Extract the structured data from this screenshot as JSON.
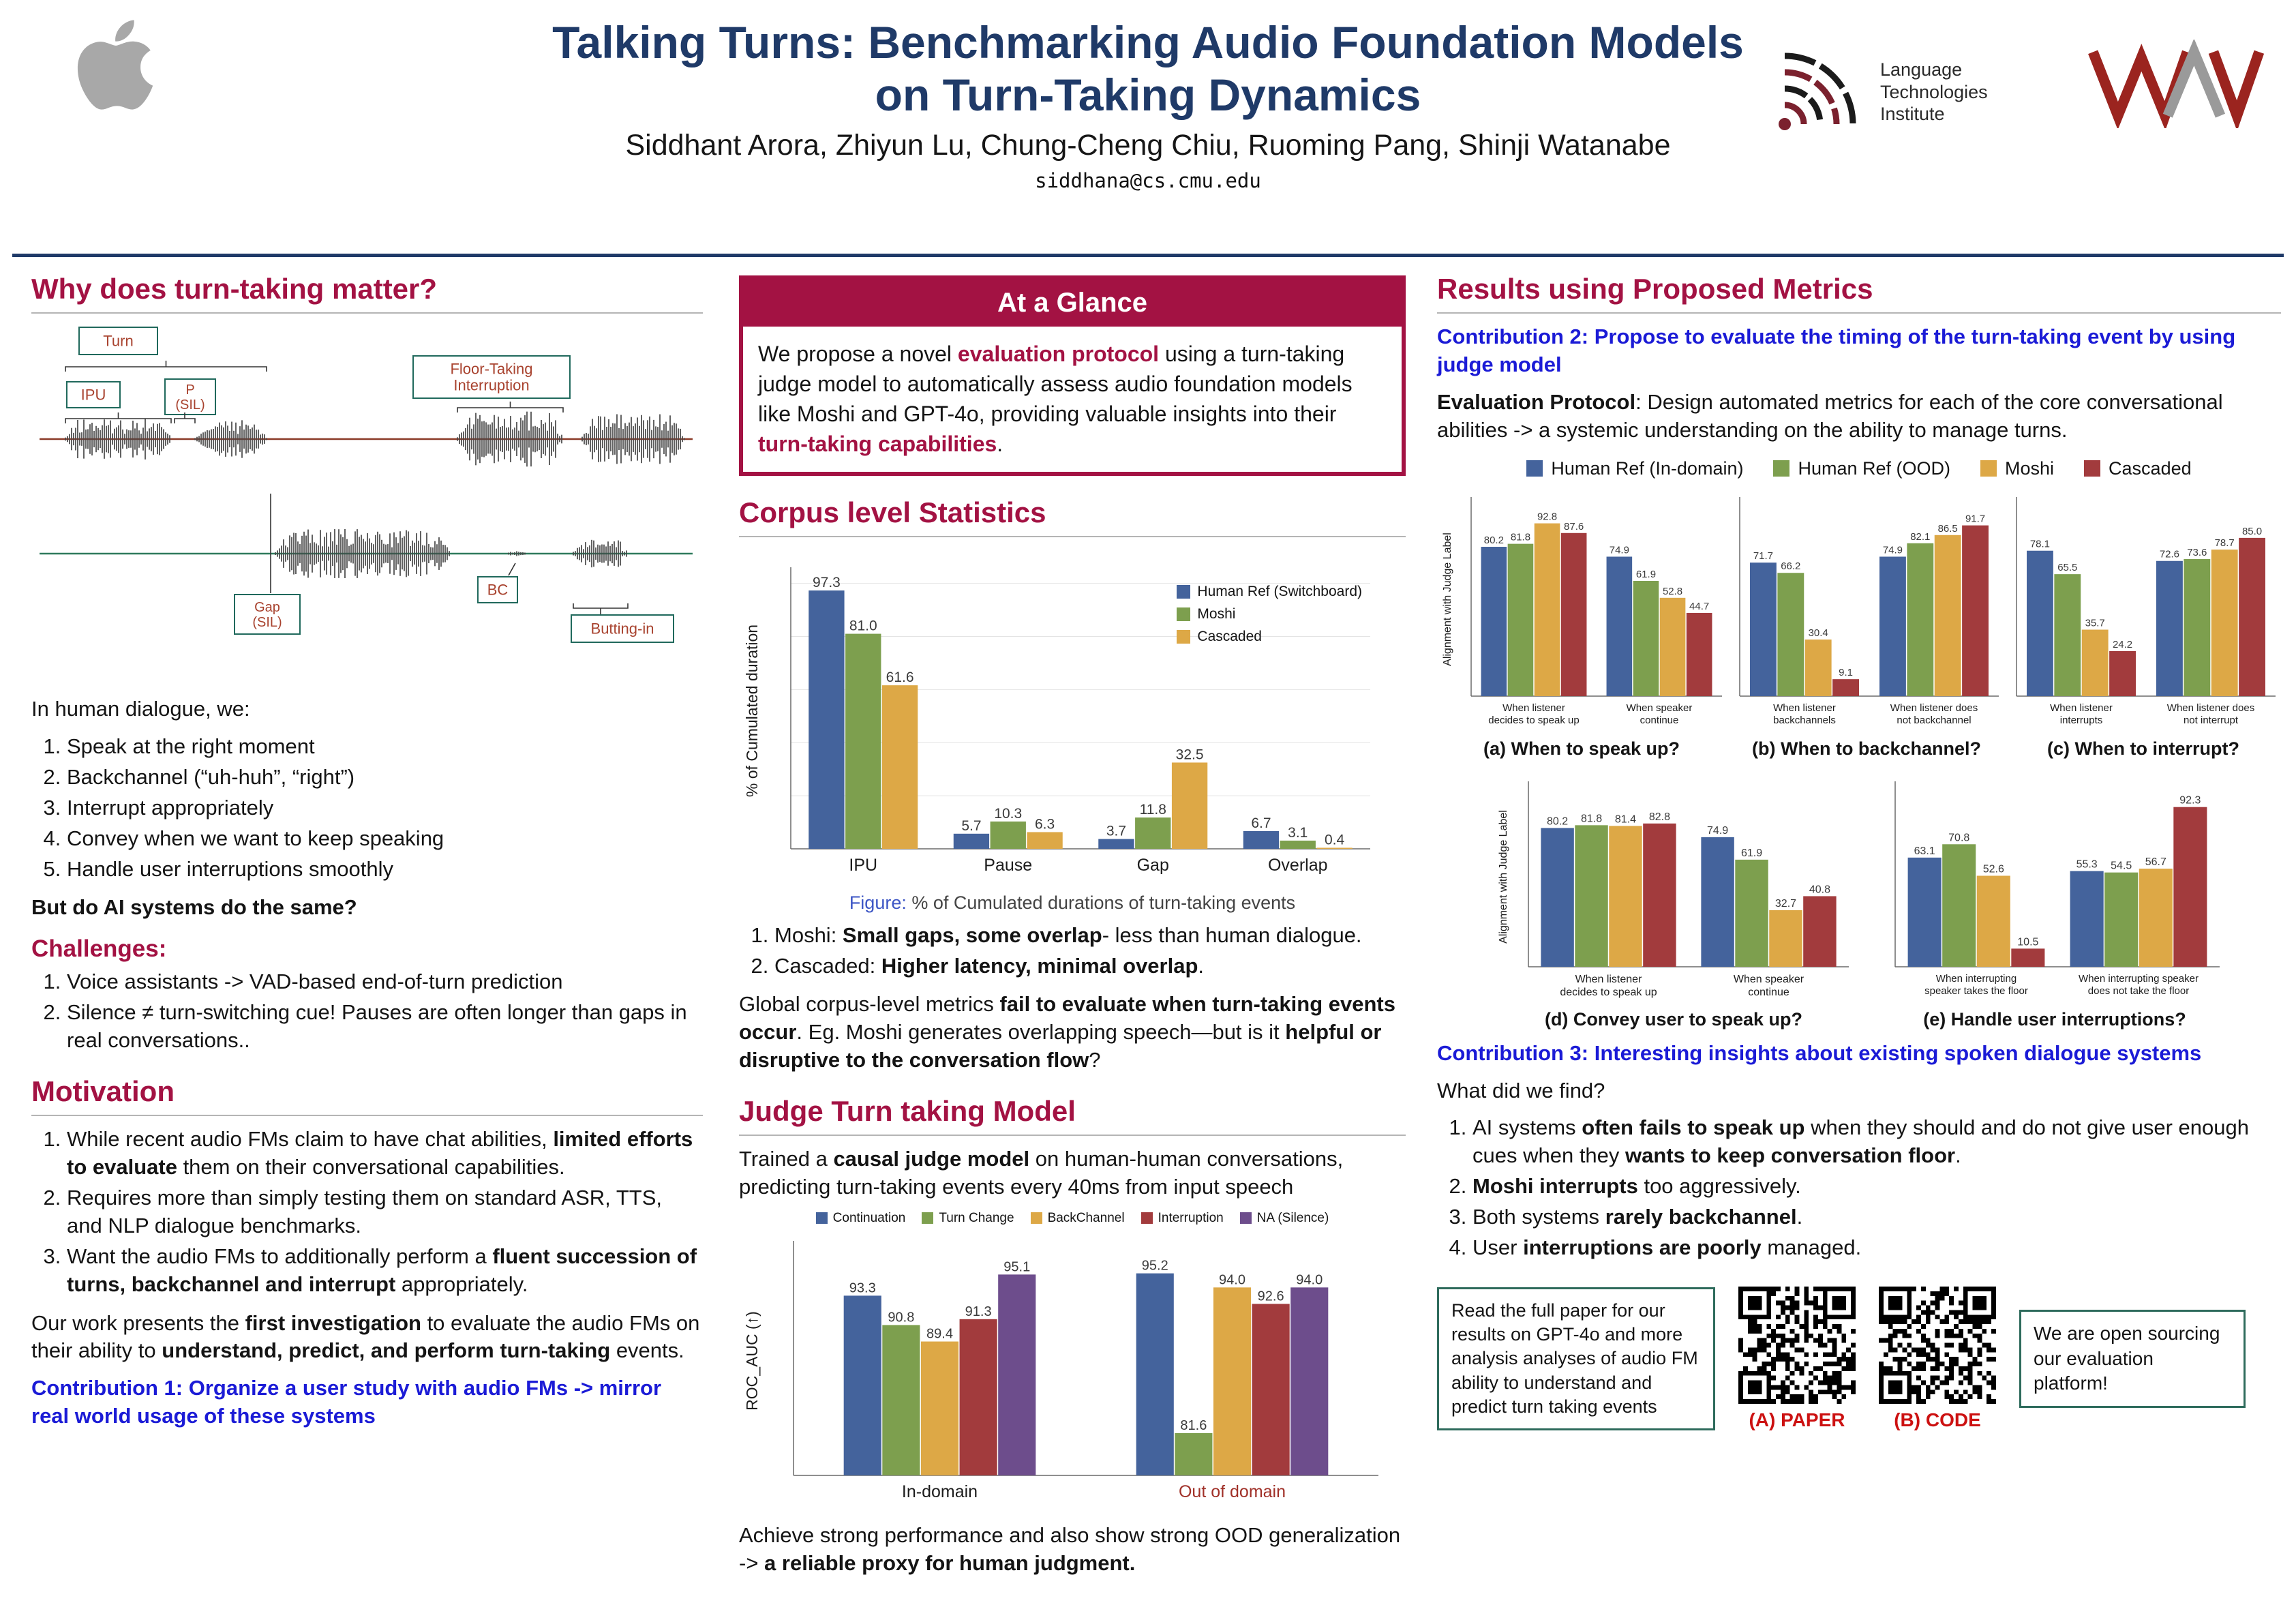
{
  "palette": {
    "navy": "#1f3a68",
    "crimson": "#a31243",
    "blue_text": "#1b1bd6",
    "chart_blue": "#44639c",
    "chart_green": "#7d9f4e",
    "chart_gold": "#dda846",
    "chart_brick": "#a23b3d",
    "chart_purple": "#6d4d8c",
    "qr_label_red": "#cc1111"
  },
  "header": {
    "title_line1": "Talking Turns: Benchmarking Audio Foundation Models",
    "title_line2": "on Turn-Taking Dynamics",
    "authors": "Siddhant Arora, Zhiyun Lu, Chung-Cheng Chiu, Ruoming Pang, Shinji Watanabe",
    "email": "siddhana@cs.cmu.edu",
    "lti_lines": [
      "Language",
      "Technologies",
      "Institute"
    ]
  },
  "left": {
    "sec_why": "Why does turn-taking matter?",
    "diagram": {
      "labels": {
        "turn": "Turn",
        "ipu": "IPU",
        "p": "P",
        "p_sub": "(SIL)",
        "floor1": "Floor-Taking",
        "floor2": "Interruption",
        "gap": "Gap",
        "gap_sub": "(SIL)",
        "bc": "BC",
        "butting": "Butting-in"
      }
    },
    "dialogue_intro": "In human dialogue, we:",
    "dialogue_items": [
      "Speak at the right moment",
      "Backchannel (“uh-huh”, “right”)",
      "Interrupt appropriately",
      "Convey when we want to keep speaking",
      "Handle user interruptions smoothly"
    ],
    "question": "But do AI systems do the same?",
    "challenges_title": "Challenges:",
    "challenges": [
      "Voice assistants -> VAD-based end-of-turn prediction",
      "Silence ≠ turn-switching cue! Pauses are often longer than gaps in real conversations.."
    ],
    "sec_motivation": "Motivation",
    "motivation": [
      "While recent audio FMs claim to have chat abilities, **limited efforts to evaluate** them on their conversational capabilities.",
      "Requires more than simply testing them on standard ASR, TTS, and NLP dialogue benchmarks.",
      "Want the audio FMs to additionally perform a **fluent succession of turns, backchannel and interrupt** appropriately."
    ],
    "ourwork": "Our work presents the **first investigation** to evaluate the audio FMs on their ability to **understand, predict, and perform turn-taking** events.",
    "contribution1": "Contribution 1: Organize a user study with audio FMs -> mirror real world usage of these systems"
  },
  "middle": {
    "glance_title": "At a Glance",
    "glance_body": "We propose a novel **evaluation protocol** using a turn-taking judge model to automatically assess audio foundation models like Moshi and GPT-4o, providing valuable insights into their **turn-taking capabilities**.",
    "sec_corpus": "Corpus level Statistics",
    "fig_caption_label": "Figure:",
    "fig_caption": "% of Cumulated durations of turn-taking events",
    "corpus_points": [
      "Moshi: **Small gaps, some overlap**- less than human dialogue.",
      "Cascaded: **Higher latency, minimal overlap**."
    ],
    "corpus_para": "Global corpus-level metrics **fail to evaluate when turn-taking events occur**. Eg. Moshi generates overlapping speech—but is it **helpful or disruptive to the conversation flow**?",
    "sec_judge": "Judge Turn taking Model",
    "judge_intro": "Trained a **causal judge model** on human-human conversations, predicting turn-taking events every 40ms from input speech",
    "judge_outro": "Achieve strong performance and also show strong OOD generalization -> **a reliable proxy for human judgment.**"
  },
  "right": {
    "sec_results": "Results using Proposed Metrics",
    "contribution2": "Contribution 2: Propose to evaluate the timing of the turn-taking event by using judge model",
    "eval_protocol": "**Evaluation Protocol**: Design automated metrics for each of the core conversational abilities -> a systemic understanding on the ability to manage turns.",
    "contribution3": "Contribution 3: Interesting insights about existing spoken dialogue systems",
    "findings_intro": "What did we find?",
    "findings": [
      "AI systems **often fails to speak up** when they should and do not give user enough cues when they **wants to keep conversation floor**.",
      "**Moshi interrupts** too aggressively.",
      "Both systems **rarely backchannel**.",
      "User **interruptions are poorly** managed."
    ],
    "paper_note": "Read the full paper for our results on GPT-4o and more analysis analyses of audio FM ability to understand and predict turn taking events",
    "qr_paper_label": "(A) PAPER",
    "qr_code_label": "(B) CODE",
    "open_note": "We are open sourcing our evaluation platform!"
  },
  "chart_data": [
    {
      "type": "bar",
      "title": "Corpus level statistics",
      "ylabel": "% of Cumulated duration",
      "ylim": [
        0,
        104
      ],
      "grid": 20,
      "legend_position": "inside-top-right",
      "series": [
        {
          "name": "Human Ref (Switchboard)",
          "color": "chart_blue"
        },
        {
          "name": "Moshi",
          "color": "chart_green"
        },
        {
          "name": "Cascaded",
          "color": "chart_gold"
        }
      ],
      "groups": [
        {
          "label": [
            "IPU"
          ],
          "values": [
            97.3,
            81.0,
            61.6
          ]
        },
        {
          "label": [
            "Pause"
          ],
          "values": [
            5.7,
            10.3,
            6.3
          ]
        },
        {
          "label": [
            "Gap"
          ],
          "values": [
            3.7,
            11.8,
            32.5
          ]
        },
        {
          "label": [
            "Overlap"
          ],
          "values": [
            6.7,
            3.1,
            0.4
          ]
        }
      ]
    },
    {
      "type": "bar",
      "title": "Judge model ROC_AUC",
      "ylabel": "ROC_AUC (↑)",
      "ylim": [
        78,
        97.5
      ],
      "grid": 0,
      "legend_position": "top",
      "series": [
        {
          "name": "Continuation",
          "color": "chart_blue"
        },
        {
          "name": "Turn Change",
          "color": "chart_green"
        },
        {
          "name": "BackChannel",
          "color": "chart_gold"
        },
        {
          "name": "Interruption",
          "color": "chart_brick"
        },
        {
          "name": "NA (Silence)",
          "color": "chart_purple"
        }
      ],
      "groups": [
        {
          "label": [
            "In-domain"
          ],
          "values": [
            93.3,
            90.8,
            89.4,
            91.3,
            95.1
          ]
        },
        {
          "label": [
            "Out of domain"
          ],
          "values": [
            95.2,
            81.6,
            94.0,
            92.6,
            94.0
          ],
          "label_color": "#a03028"
        }
      ]
    },
    {
      "type": "bar",
      "title": "(a) When to speak up?",
      "ylabel": "Alignment with Judge Label",
      "ylim": [
        0,
        104
      ],
      "grid": 0,
      "series": [
        {
          "name": "Human Ref (In-domain)",
          "color": "chart_blue"
        },
        {
          "name": "Human Ref (OOD)",
          "color": "chart_green"
        },
        {
          "name": "Moshi",
          "color": "chart_gold"
        },
        {
          "name": "Cascaded",
          "color": "chart_brick"
        }
      ],
      "groups": [
        {
          "label": [
            "When listener",
            "decides to speak up"
          ],
          "values": [
            80.2,
            81.8,
            92.8,
            87.6
          ]
        },
        {
          "label": [
            "When speaker",
            "continue"
          ],
          "values": [
            74.9,
            61.9,
            52.8,
            44.7
          ]
        }
      ]
    },
    {
      "type": "bar",
      "title": "(b) When to backchannel?",
      "ylim": [
        0,
        104
      ],
      "grid": 0,
      "series": [
        {
          "name": "Human Ref (In-domain)",
          "color": "chart_blue"
        },
        {
          "name": "Human Ref (OOD)",
          "color": "chart_green"
        },
        {
          "name": "Moshi",
          "color": "chart_gold"
        },
        {
          "name": "Cascaded",
          "color": "chart_brick"
        }
      ],
      "groups": [
        {
          "label": [
            "When listener",
            "backchannels"
          ],
          "values": [
            71.7,
            66.2,
            30.4,
            9.1
          ]
        },
        {
          "label": [
            "When listener does",
            "not backchannel"
          ],
          "values": [
            74.9,
            82.1,
            86.5,
            91.7
          ]
        }
      ]
    },
    {
      "type": "bar",
      "title": "(c) When to interrupt?",
      "ylim": [
        0,
        104
      ],
      "grid": 0,
      "series": [
        {
          "name": "Human Ref (In-domain)",
          "color": "chart_blue"
        },
        {
          "name": "Human Ref (OOD)",
          "color": "chart_green"
        },
        {
          "name": "Moshi",
          "color": "chart_gold"
        },
        {
          "name": "Cascaded",
          "color": "chart_brick"
        }
      ],
      "groups": [
        {
          "label": [
            "When listener",
            "interrupts"
          ],
          "values": [
            78.1,
            65.5,
            35.7,
            24.2
          ]
        },
        {
          "label": [
            "When listener does",
            "not interrupt"
          ],
          "values": [
            72.6,
            73.6,
            78.7,
            85.0
          ]
        }
      ]
    },
    {
      "type": "bar",
      "title": "(d) Convey user to speak up?",
      "ylabel": "Alignment with Judge Label",
      "ylim": [
        0,
        104
      ],
      "grid": 0,
      "series": [
        {
          "name": "Human Ref (In-domain)",
          "color": "chart_blue"
        },
        {
          "name": "Human Ref (OOD)",
          "color": "chart_green"
        },
        {
          "name": "Moshi",
          "color": "chart_gold"
        },
        {
          "name": "Cascaded",
          "color": "chart_brick"
        }
      ],
      "groups": [
        {
          "label": [
            "When listener",
            "decides to speak up"
          ],
          "values": [
            80.2,
            81.8,
            81.4,
            82.8
          ]
        },
        {
          "label": [
            "When speaker",
            "continue"
          ],
          "values": [
            74.9,
            61.9,
            32.7,
            40.8
          ]
        }
      ]
    },
    {
      "type": "bar",
      "title": "(e) Handle user interruptions?",
      "ylim": [
        0,
        104
      ],
      "grid": 0,
      "series": [
        {
          "name": "Human Ref (In-domain)",
          "color": "chart_blue"
        },
        {
          "name": "Human Ref (OOD)",
          "color": "chart_green"
        },
        {
          "name": "Moshi",
          "color": "chart_gold"
        },
        {
          "name": "Cascaded",
          "color": "chart_brick"
        }
      ],
      "groups": [
        {
          "label": [
            "When interrupting",
            "speaker takes the floor"
          ],
          "values": [
            63.1,
            70.8,
            52.6,
            10.5
          ]
        },
        {
          "label": [
            "When interrupting speaker",
            "does not take the floor"
          ],
          "values": [
            55.3,
            54.5,
            56.7,
            92.3
          ]
        }
      ]
    }
  ]
}
